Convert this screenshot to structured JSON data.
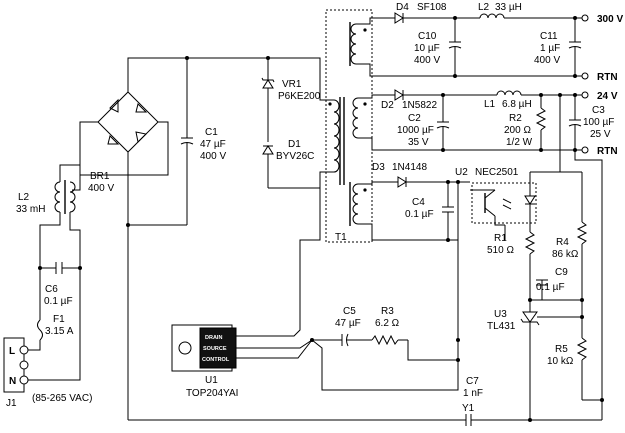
{
  "title": "",
  "components": {
    "d4": {
      "ref": "D4",
      "part": "SF108"
    },
    "l2out": {
      "ref": "L2",
      "value": "33 µH"
    },
    "c10": {
      "ref": "C10",
      "value": "10 µF",
      "voltage": "400 V"
    },
    "c11": {
      "ref": "C11",
      "value": "1 µF",
      "voltage": "400 V"
    },
    "vr1": {
      "ref": "VR1",
      "part": "P6KE200"
    },
    "d1": {
      "ref": "D1",
      "part": "BYV26C"
    },
    "c1": {
      "ref": "C1",
      "value": "47 µF",
      "voltage": "400 V"
    },
    "br1": {
      "ref": "BR1",
      "voltage": "400 V"
    },
    "l2in": {
      "ref": "L2",
      "value": "33 mH"
    },
    "c6": {
      "ref": "C6",
      "value": "0.1 µF"
    },
    "f1": {
      "ref": "F1",
      "value": "3.15 A"
    },
    "j1": {
      "ref": "J1",
      "range": "(85-265 VAC)",
      "pin_l": "L",
      "pin_n": "N"
    },
    "d2": {
      "ref": "D2",
      "part": "1N5822"
    },
    "l1": {
      "ref": "L1",
      "value": "6.8 µH"
    },
    "c2": {
      "ref": "C2",
      "value": "1000 µF",
      "voltage": "35 V"
    },
    "r2": {
      "ref": "R2",
      "value": "200 Ω",
      "power": "1/2 W"
    },
    "c3": {
      "ref": "C3",
      "value": "100 µF",
      "voltage": "25 V"
    },
    "d3": {
      "ref": "D3",
      "part": "1N4148"
    },
    "c4": {
      "ref": "C4",
      "value": "0.1 µF"
    },
    "u2": {
      "ref": "U2",
      "part": "NEC2501"
    },
    "t1": {
      "ref": "T1"
    },
    "r1": {
      "ref": "R1",
      "value": "510 Ω"
    },
    "r4": {
      "ref": "R4",
      "value": "86 kΩ"
    },
    "c9": {
      "ref": "C9",
      "value": "0.1 µF"
    },
    "u3": {
      "ref": "U3",
      "part": "TL431"
    },
    "r5": {
      "ref": "R5",
      "value": "10 kΩ"
    },
    "c5": {
      "ref": "C5",
      "value": "47 µF"
    },
    "r3": {
      "ref": "R3",
      "value": "6.2 Ω"
    },
    "c7": {
      "ref": "C7",
      "value": "1 nF"
    },
    "y1": {
      "ref": "Y1"
    },
    "u1": {
      "ref": "U1",
      "part": "TOP204YAI",
      "pin_drain": "DRAIN",
      "pin_source": "SOURCE",
      "pin_control": "CONTROL"
    }
  },
  "outputs": {
    "v300": "300 V",
    "rtn1": "RTN",
    "v24": "24 V",
    "rtn2": "RTN"
  }
}
